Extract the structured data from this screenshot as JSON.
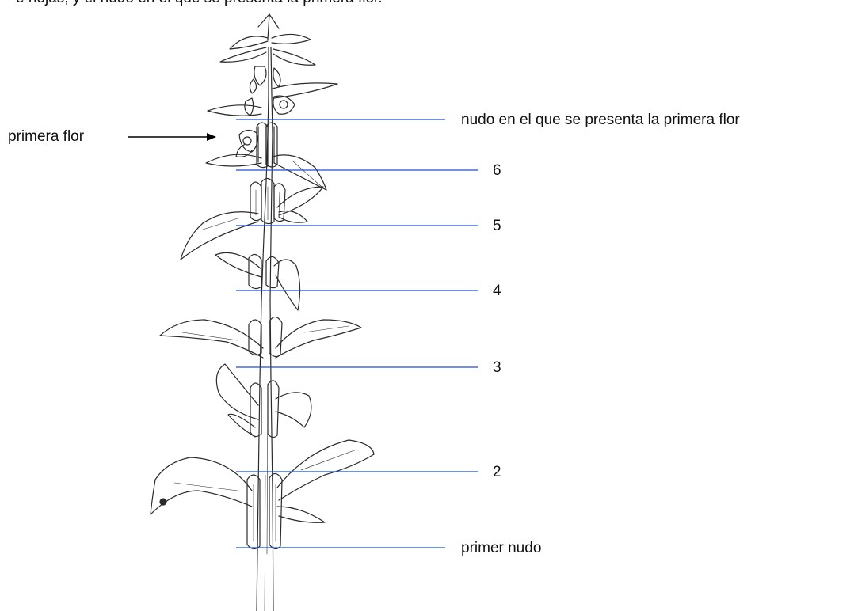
{
  "top_text": "e hojas; y el nudo en el que se presenta la primera flor.",
  "labels": {
    "first_flower": "primera flor",
    "first_flower_node": "nudo en el que se presenta la primera flor",
    "node_6": "6",
    "node_5": "5",
    "node_4": "4",
    "node_3": "3",
    "node_2": "2",
    "first_node": "primer nudo"
  },
  "colors": {
    "node_line": "#1f4fd6",
    "plant_ink": "#2b2b2b",
    "arrow": "#000000"
  }
}
